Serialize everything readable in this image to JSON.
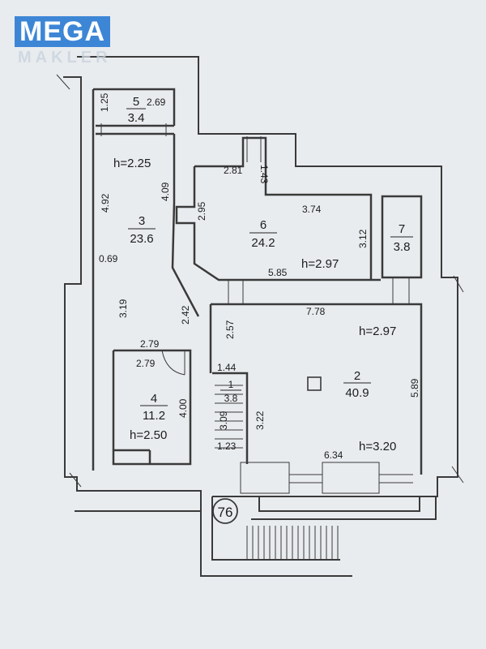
{
  "logo": {
    "brand": "MEGA",
    "sub": "MAKLER"
  },
  "colors": {
    "wall": "#3a3a3a",
    "paper": "#e9ecef",
    "logo": "#3d86d6"
  },
  "building_number": "76",
  "rooms": [
    {
      "id": "room-5",
      "number": "5",
      "area": "3.4"
    },
    {
      "id": "room-3",
      "number": "3",
      "area": "23.6"
    },
    {
      "id": "room-6",
      "number": "6",
      "area": "24.2"
    },
    {
      "id": "room-7",
      "number": "7",
      "area": "3.8"
    },
    {
      "id": "room-2",
      "number": "2",
      "area": "40.9"
    },
    {
      "id": "room-4",
      "number": "4",
      "area": "11.2"
    },
    {
      "id": "room-1",
      "number": "1",
      "area": "3.8"
    }
  ],
  "ceiling_heights": {
    "room3": "h=2.25",
    "room6": "h=2.97",
    "room2_top": "h=2.97",
    "room4": "h=2.50",
    "room2_bottom": "h=3.20"
  },
  "dimensions": [
    "1.25",
    "2.69",
    "4.92",
    "4.09",
    "0.69",
    "3.19",
    "2.81",
    "1.43",
    "2.95",
    "3.74",
    "3.12",
    "5.85",
    "2.42",
    "2.57",
    "7.78",
    "2.79",
    "2.79",
    "1.44",
    "4.00",
    "3.22",
    "3.09",
    "1.23",
    "6.34",
    "5.89"
  ]
}
